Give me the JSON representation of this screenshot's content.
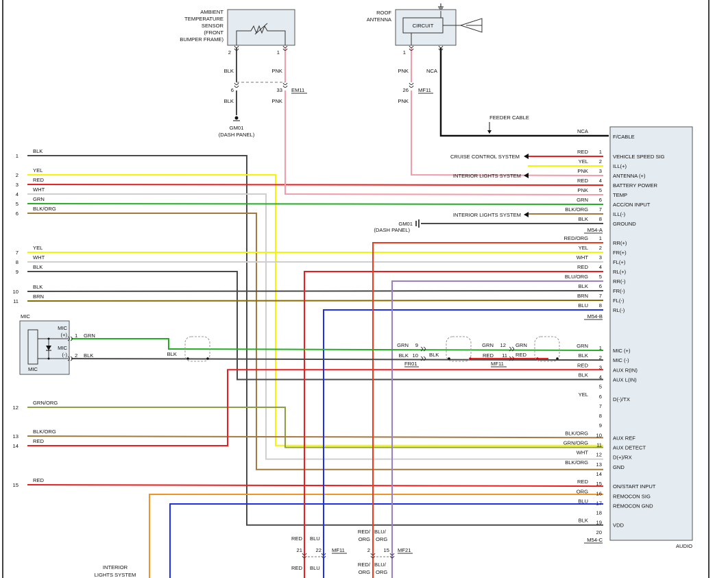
{
  "components": {
    "ambient_sensor": {
      "label": [
        "AMBIENT",
        "TEMPERATURE",
        "SENSOR",
        "(FRONT",
        "BUMPER FRAME)"
      ],
      "pins": [
        "2",
        "1"
      ]
    },
    "roof_antenna": {
      "label": [
        "ROOF",
        "ANTENNA"
      ],
      "circuit": "CIRCUIT",
      "pins": [
        "1"
      ]
    },
    "mic": {
      "title": "MIC",
      "label": "MIC",
      "pin_plus": "MIC\n(+)",
      "plus_top": "MIC",
      "plus_bot": "(+)",
      "minus_top": "MIC",
      "minus_bot": "(-)",
      "pin1": "1",
      "pin2": "2"
    },
    "audio": {
      "label": "AUDIO"
    }
  },
  "top_wires": {
    "blk_top": "BLK",
    "pnk_top": "PNK",
    "pin6": "6",
    "pin33": "33",
    "blk_bot": "BLK",
    "pnk_bot": "PNK",
    "em11": "EM11",
    "ground": "GM01",
    "ground_sub": "(DASH PANEL)",
    "ant_pnk_top": "PNK",
    "ant_nca": "NCA",
    "pin26": "26",
    "mf11": "MF11",
    "ant_pnk_bot": "PNK",
    "feeder": "FEEDER CABLE",
    "nca2": "NCA"
  },
  "left_numbers": [
    "1",
    "2",
    "3",
    "4",
    "5",
    "6",
    "7",
    "8",
    "9",
    "10",
    "11",
    "12",
    "13",
    "14",
    "15"
  ],
  "left_colors": [
    "BLK",
    "YEL",
    "RED",
    "WHT",
    "GRN",
    "BLK/ORG",
    "YEL",
    "WHT",
    "BLK",
    "BLK",
    "BRN",
    "GRN/ORG",
    "BLK/ORG",
    "RED",
    "RED"
  ],
  "connector_a": {
    "name": "M54-A",
    "pins": [
      {
        "n": "1",
        "color": "RED",
        "func": "VEHICLE SPEED SIG"
      },
      {
        "n": "2",
        "color": "YEL",
        "func": "ILL(+)"
      },
      {
        "n": "3",
        "color": "PNK",
        "func": "ANTENNA (+)"
      },
      {
        "n": "4",
        "color": "RED",
        "func": "BATTERY POWER"
      },
      {
        "n": "5",
        "color": "PNK",
        "func": "TEMP"
      },
      {
        "n": "6",
        "color": "GRN",
        "func": "ACC/ON INPUT"
      },
      {
        "n": "7",
        "color": "BLK/ORG",
        "func": "ILL(-)"
      },
      {
        "n": "8",
        "color": "BLK",
        "func": "GROUND"
      }
    ],
    "fcable": "F/CABLE"
  },
  "connector_b": {
    "name": "M54-B",
    "pins": [
      {
        "n": "1",
        "color": "RED/ORG",
        "func": "RR(+)"
      },
      {
        "n": "2",
        "color": "YEL",
        "func": "FR(+)"
      },
      {
        "n": "3",
        "color": "WHT",
        "func": "FL(+)"
      },
      {
        "n": "4",
        "color": "RED",
        "func": "RL(+)"
      },
      {
        "n": "5",
        "color": "BLU/ORG",
        "func": "RR(-)"
      },
      {
        "n": "6",
        "color": "BLK",
        "func": "FR(-)"
      },
      {
        "n": "7",
        "color": "BRN",
        "func": "FL(-)"
      },
      {
        "n": "8",
        "color": "BLU",
        "func": "RL(-)"
      }
    ]
  },
  "connector_c": {
    "name": "M54-C",
    "pins": [
      {
        "n": "1",
        "color": "GRN",
        "func": "MIC (+)"
      },
      {
        "n": "2",
        "color": "BLK",
        "func": "MIC (-)"
      },
      {
        "n": "3",
        "color": "RED",
        "func": "AUX R(IN)"
      },
      {
        "n": "4",
        "color": "BLK",
        "func": "AUX L(IN)"
      },
      {
        "n": "5",
        "color": "",
        "func": ""
      },
      {
        "n": "6",
        "color": "YEL",
        "func": "D(-)/TX"
      },
      {
        "n": "7",
        "color": "",
        "func": ""
      },
      {
        "n": "8",
        "color": "",
        "func": ""
      },
      {
        "n": "9",
        "color": "",
        "func": ""
      },
      {
        "n": "10",
        "color": "BLK/ORG",
        "func": "AUX REF"
      },
      {
        "n": "11",
        "color": "GRN/ORG",
        "func": "AUX DETECT"
      },
      {
        "n": "12",
        "color": "WHT",
        "func": "D(+)/RX"
      },
      {
        "n": "13",
        "color": "BLK/ORG",
        "func": "GND"
      },
      {
        "n": "14",
        "color": "",
        "func": ""
      },
      {
        "n": "15",
        "color": "RED",
        "func": "ON/START INPUT"
      },
      {
        "n": "16",
        "color": "ORG",
        "func": "REMOCON SIG"
      },
      {
        "n": "17",
        "color": "BLU",
        "func": "REMOCON GND"
      },
      {
        "n": "18",
        "color": "",
        "func": ""
      },
      {
        "n": "19",
        "color": "BLK",
        "func": "VDD"
      },
      {
        "n": "20",
        "color": "",
        "func": ""
      }
    ]
  },
  "destinations": {
    "cruise": "CRUISE CONTROL SYSTEM",
    "interior1": "INTERIOR LIGHTS SYSTEM",
    "interior2": "INTERIOR LIGHTS SYSTEM",
    "gm01": "GM01",
    "gm01_sub": "(DASH PANEL)",
    "interior_bottom": [
      "INTERIOR",
      "LIGHTS SYSTEM"
    ]
  },
  "mic_connectors": {
    "grn": "GRN",
    "blk": "BLK",
    "blk_mid": "BLK",
    "grn9": "GRN",
    "n9": "9",
    "blk10": "BLK",
    "n10": "10",
    "fr01": "FR01",
    "blk_r": "BLK",
    "grn12": "GRN",
    "n12": "12",
    "red11": "RED",
    "n11": "11",
    "mf11": "MF11",
    "grn_r": "GRN",
    "red_r": "RED"
  },
  "bottom_connectors": {
    "red_top": "RED",
    "blu_top": "BLU",
    "n21": "21",
    "n22": "22",
    "mf11": "MF11",
    "red_bot": "RED",
    "blu_bot": "BLU",
    "redorg_top": [
      "RED/",
      "ORG"
    ],
    "bluorg_top": [
      "BLU/",
      "ORG"
    ],
    "n2": "2",
    "n15": "15",
    "mf21": "MF21",
    "redorg_bot": [
      "RED/",
      "ORG"
    ],
    "bluorg_bot": [
      "BLU/",
      "ORG"
    ]
  },
  "wire_colors": {
    "BLK": "#4a4a4a",
    "YEL": "#f5f500",
    "RED": "#ee1c1c",
    "WHT": "#cfcfcf",
    "GRN": "#22b022",
    "BLK/ORG": "#a57840",
    "PNK": "#f59aa8",
    "BRN": "#8a6a00",
    "GRN/ORG": "#8aa040",
    "BLU": "#1f2ff0",
    "BLU/ORG": "#9a7ec8",
    "RED/ORG": "#ef3a1e",
    "ORG": "#f59320"
  }
}
